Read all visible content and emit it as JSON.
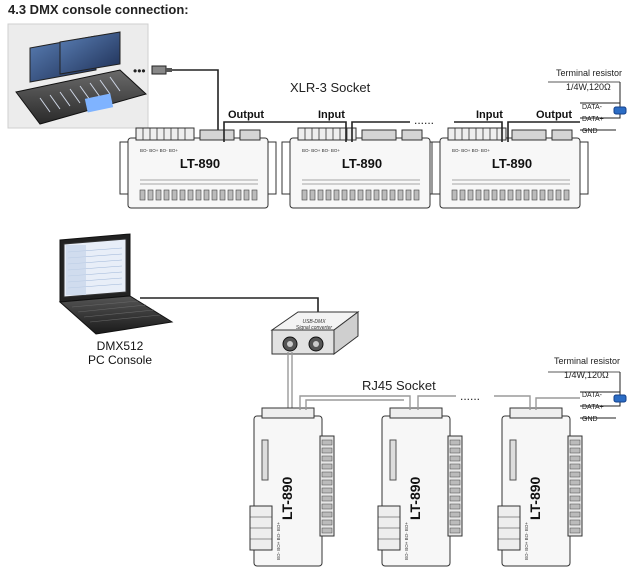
{
  "heading": "4.3 DMX console connection:",
  "top": {
    "socket_label": "XLR-3 Socket",
    "output_label": "Output",
    "input_label": "Input",
    "dots": "......",
    "device_label": "LT-890",
    "pin_label": "BO- BO+ BO- BO+"
  },
  "terminal": {
    "title": "Terminal resistor",
    "spec": "1/4W,120Ω",
    "pins": [
      "DATA-",
      "DATA+",
      "GND"
    ]
  },
  "bottom": {
    "pc_label_1": "DMX512",
    "pc_label_2": "PC Console",
    "converter_line_1": "USB-DMX",
    "converter_line_2": "Signal converter",
    "socket_label": "RJ45 Socket",
    "dots": "......",
    "device_label": "LT-890",
    "pin_label": "BO- BO+ BO- BO+"
  },
  "colors": {
    "line": "#222222",
    "cable_gray": "#9a9a9a",
    "resistor_blue": "#2b6cc4",
    "device_fill": "#f7f7f7"
  }
}
